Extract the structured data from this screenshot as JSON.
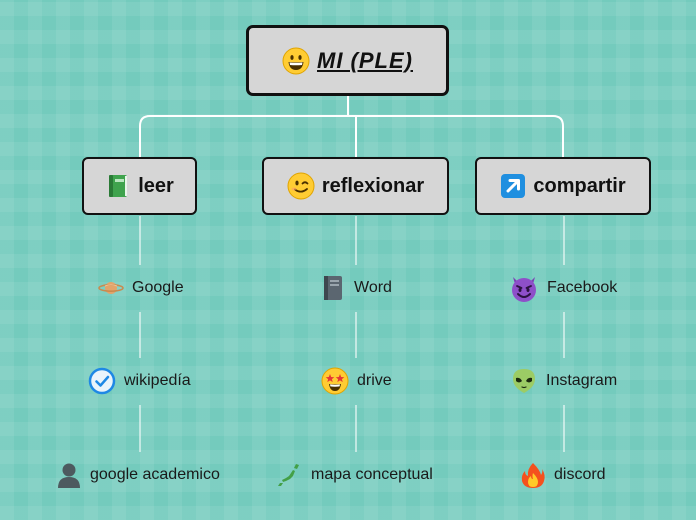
{
  "root": {
    "label": "MI (PLE)",
    "icon": "grinning-face-icon"
  },
  "categories": [
    {
      "label": "leer",
      "icon": "green-book-icon",
      "items": [
        {
          "label": "Google",
          "icon": "ringed-planet-icon"
        },
        {
          "label": "wikipedía",
          "icon": "check-circle-icon"
        },
        {
          "label": "google academico",
          "icon": "person-silhouette-icon"
        }
      ]
    },
    {
      "label": "reflexionar",
      "icon": "winking-face-icon",
      "items": [
        {
          "label": "Word",
          "icon": "notebook-icon"
        },
        {
          "label": "drive",
          "icon": "star-struck-face-icon"
        },
        {
          "label": "mapa conceptual",
          "icon": "japan-map-icon"
        }
      ]
    },
    {
      "label": "compartir",
      "icon": "up-right-arrow-icon",
      "items": [
        {
          "label": "Facebook",
          "icon": "smiling-devil-icon"
        },
        {
          "label": "Instagram",
          "icon": "alien-icon"
        },
        {
          "label": "discord",
          "icon": "fire-icon"
        }
      ]
    }
  ],
  "colors": {
    "background": "#74cbbd",
    "node_fill": "#d6d6d6",
    "node_border": "#111111",
    "connector": "#ffffff"
  }
}
